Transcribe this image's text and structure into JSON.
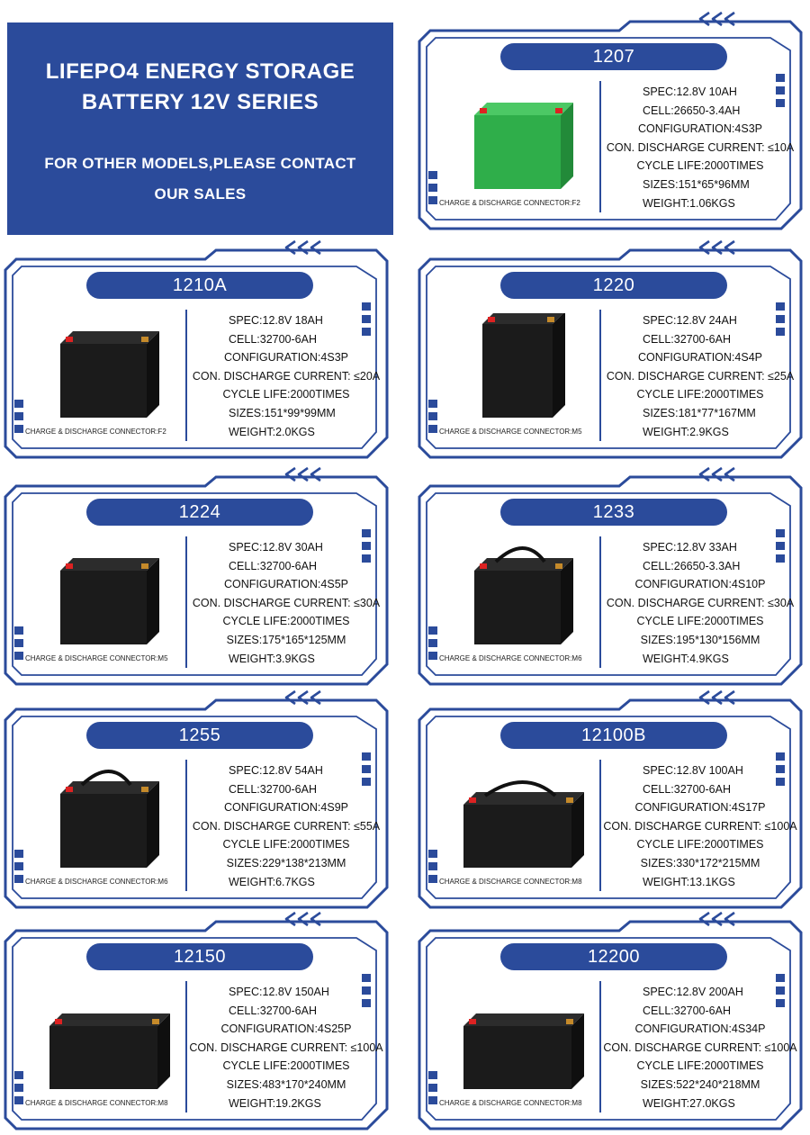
{
  "header": {
    "title_line1": "LIFEPO4 ENERGY STORAGE",
    "title_line2": "BATTERY 12V SERIES",
    "note_line1": "FOR OTHER MODELS,PLEASE CONTACT",
    "note_line2": "OUR SALES"
  },
  "colors": {
    "accent": "#2b4b9b",
    "green_case": "#2fae4a",
    "black_case": "#1b1b1b"
  },
  "products": [
    {
      "model": "1207",
      "spec": "SPEC:12.8V 10AH",
      "cell": "CELL:26650-3.4AH",
      "config": "CONFIGURATION:4S3P",
      "discharge": "CON. DISCHARGE CURRENT: ≤10A",
      "cycle": "CYCLE LIFE:2000TIMES",
      "sizes": "SIZES:151*65*96MM",
      "weight": "WEIGHT:1.06KGS",
      "connector": "CHARGE & DISCHARGE CONNECTOR:F2"
    },
    {
      "model": "1210A",
      "spec": "SPEC:12.8V 18AH",
      "cell": "CELL:32700-6AH",
      "config": "CONFIGURATION:4S3P",
      "discharge": "CON. DISCHARGE CURRENT: ≤20A",
      "cycle": "CYCLE LIFE:2000TIMES",
      "sizes": "SIZES:151*99*99MM",
      "weight": "WEIGHT:2.0KGS",
      "connector": "CHARGE & DISCHARGE CONNECTOR:F2"
    },
    {
      "model": "1220",
      "spec": "SPEC:12.8V 24AH",
      "cell": "CELL:32700-6AH",
      "config": "CONFIGURATION:4S4P",
      "discharge": "CON. DISCHARGE CURRENT: ≤25A",
      "cycle": "CYCLE LIFE:2000TIMES",
      "sizes": "SIZES:181*77*167MM",
      "weight": "WEIGHT:2.9KGS",
      "connector": "CHARGE & DISCHARGE CONNECTOR:M5"
    },
    {
      "model": "1224",
      "spec": "SPEC:12.8V 30AH",
      "cell": "CELL:32700-6AH",
      "config": "CONFIGURATION:4S5P",
      "discharge": "CON. DISCHARGE CURRENT: ≤30A",
      "cycle": "CYCLE LIFE:2000TIMES",
      "sizes": "SIZES:175*165*125MM",
      "weight": "WEIGHT:3.9KGS",
      "connector": "CHARGE & DISCHARGE CONNECTOR:M5"
    },
    {
      "model": "1233",
      "spec": "SPEC:12.8V 33AH",
      "cell": "CELL:26650-3.3AH",
      "config": "CONFIGURATION:4S10P",
      "discharge": "CON. DISCHARGE CURRENT: ≤30A",
      "cycle": "CYCLE LIFE:2000TIMES",
      "sizes": "SIZES:195*130*156MM",
      "weight": "WEIGHT:4.9KGS",
      "connector": "CHARGE & DISCHARGE CONNECTOR:M6"
    },
    {
      "model": "1255",
      "spec": "SPEC:12.8V 54AH",
      "cell": "CELL:32700-6AH",
      "config": "CONFIGURATION:4S9P",
      "discharge": "CON. DISCHARGE CURRENT: ≤55A",
      "cycle": "CYCLE LIFE:2000TIMES",
      "sizes": "SIZES:229*138*213MM",
      "weight": "WEIGHT:6.7KGS",
      "connector": "CHARGE & DISCHARGE CONNECTOR:M6"
    },
    {
      "model": "12100B",
      "spec": "SPEC:12.8V 100AH",
      "cell": "CELL:32700-6AH",
      "config": "CONFIGURATION:4S17P",
      "discharge": "CON. DISCHARGE CURRENT: ≤100A",
      "cycle": "CYCLE LIFE:2000TIMES",
      "sizes": "SIZES:330*172*215MM",
      "weight": "WEIGHT:13.1KGS",
      "connector": "CHARGE & DISCHARGE CONNECTOR:M8"
    },
    {
      "model": "12150",
      "spec": "SPEC:12.8V 150AH",
      "cell": "CELL:32700-6AH",
      "config": "CONFIGURATION:4S25P",
      "discharge": "CON. DISCHARGE CURRENT: ≤100A",
      "cycle": "CYCLE LIFE:2000TIMES",
      "sizes": "SIZES:483*170*240MM",
      "weight": "WEIGHT:19.2KGS",
      "connector": "CHARGE & DISCHARGE CONNECTOR:M8"
    },
    {
      "model": "12200",
      "spec": "SPEC:12.8V 200AH",
      "cell": "CELL:32700-6AH",
      "config": "CONFIGURATION:4S34P",
      "discharge": "CON. DISCHARGE CURRENT: ≤100A",
      "cycle": "CYCLE LIFE:2000TIMES",
      "sizes": "SIZES:522*240*218MM",
      "weight": "WEIGHT:27.0KGS",
      "connector": "CHARGE & DISCHARGE CONNECTOR:M8"
    }
  ]
}
